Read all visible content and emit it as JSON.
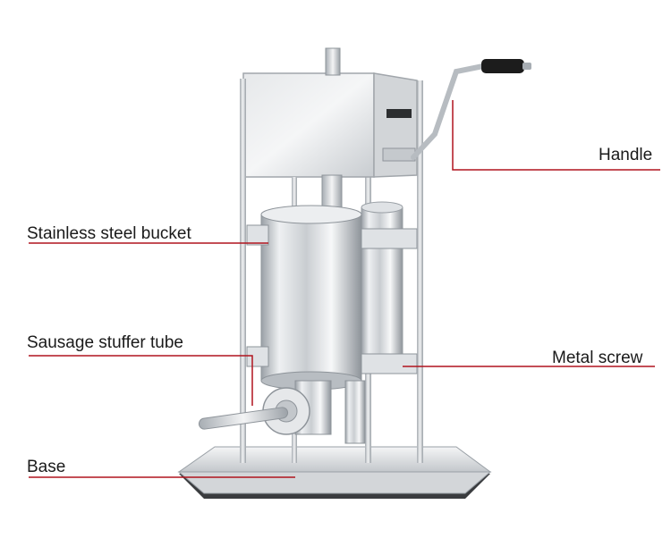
{
  "labels": {
    "handle": "Handle",
    "bucket": "Stainless steel bucket",
    "tube": "Sausage stuffer tube",
    "screw": "Metal screw",
    "base": "Base"
  },
  "colors": {
    "leader_line": "#b0141e",
    "steel_light": "#f2f3f4",
    "steel_dark": "#8b9096",
    "handle_grip": "#1c1c1c"
  }
}
